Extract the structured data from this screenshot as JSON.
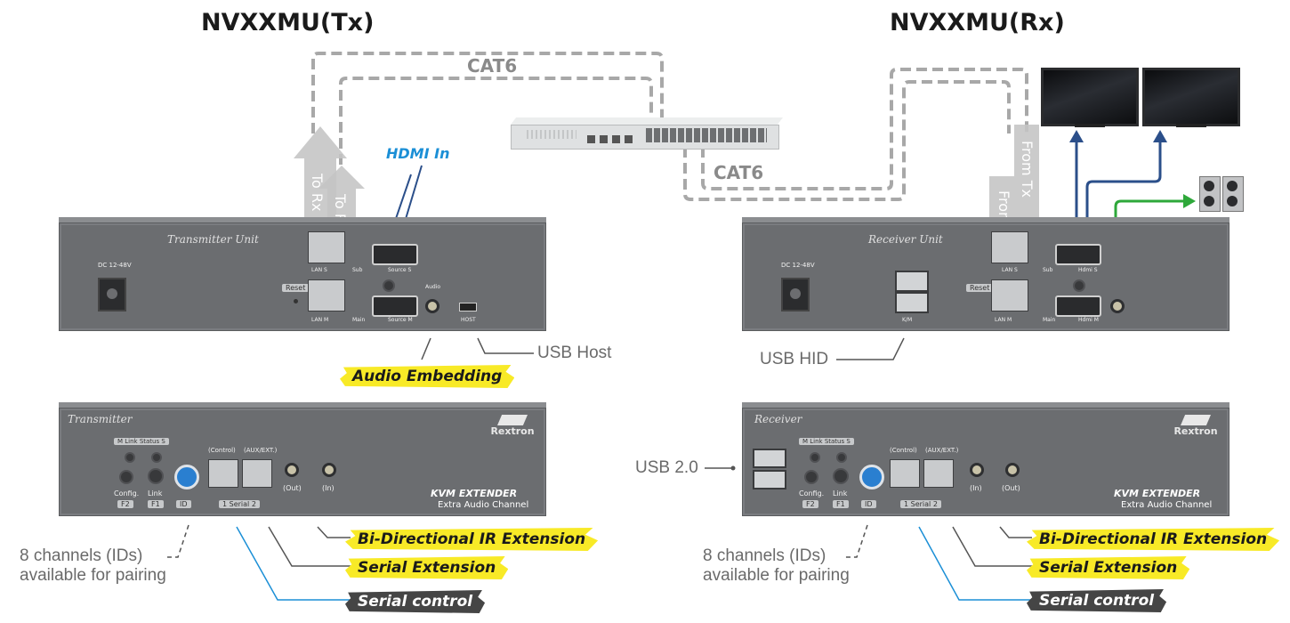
{
  "titles": {
    "tx": "NVXXMU(Tx)",
    "rx": "NVXXMU(Rx)"
  },
  "cables": {
    "top": "CAT6",
    "bottom": "CAT6"
  },
  "arrows": {
    "tx_a": "To Rx",
    "tx_b": "To Rx",
    "rx_a": "From Tx",
    "rx_b": "From Tx"
  },
  "hdmi_in": "HDMI In",
  "tx_rear": {
    "title": "Transmitter Unit",
    "dc": "DC 12-48V",
    "reset": "Reset",
    "lan_s": "LAN S",
    "lan_m": "LAN M",
    "sub": "Sub",
    "main": "Main",
    "source_s": "Source S",
    "source_m": "Source M",
    "audio": "Audio",
    "host": "HOST"
  },
  "rx_rear": {
    "title": "Receiver Unit",
    "dc": "DC 12-48V",
    "reset": "Reset",
    "kvm": "K/M",
    "lan_s": "LAN S",
    "lan_m": "LAN M",
    "sub": "Sub",
    "main": "Main",
    "hdmi_s": "Hdmi S",
    "hdmi_m": "Hdmi M"
  },
  "tx_front": {
    "title": "Transmitter",
    "status_header": "M Link Status S",
    "config": "Config.",
    "link": "Link",
    "f2": "F2",
    "f1": "F1",
    "id": "ID",
    "control": "(Control)",
    "aux": "(AUX/EXT.)",
    "serial": "1 Serial 2",
    "out": "(Out)",
    "in": "(In)",
    "brand": "Rextron",
    "kvm": "KVM EXTENDER",
    "extra": "Extra Audio Channel"
  },
  "rx_front": {
    "title": "Receiver",
    "status_header": "M Link Status S",
    "config": "Config.",
    "link": "Link",
    "f2": "F2",
    "f1": "F1",
    "id": "ID",
    "control": "(Control)",
    "aux": "(AUX/EXT.)",
    "serial": "1 Serial 2",
    "in": "(In)",
    "out": "(Out)",
    "brand": "Rextron",
    "kvm": "KVM EXTENDER",
    "extra": "Extra Audio Channel"
  },
  "labels": {
    "usb_host": "USB Host",
    "audio_embedding": "Audio Embedding",
    "usb_hid": "USB HID",
    "usb20": "USB 2.0",
    "channels_l1": "8 channels (IDs)",
    "channels_l2": "available for pairing",
    "ir_ext": "Bi-Directional IR Extension",
    "serial_ext": "Serial Extension",
    "serial_ctrl": "Serial control"
  },
  "colors": {
    "blue_line": "#1b8fd6",
    "navy_line": "#2b4f8a",
    "green_line": "#2ea83a",
    "highlight": "#f8ea27",
    "dark_tag": "#454545"
  }
}
